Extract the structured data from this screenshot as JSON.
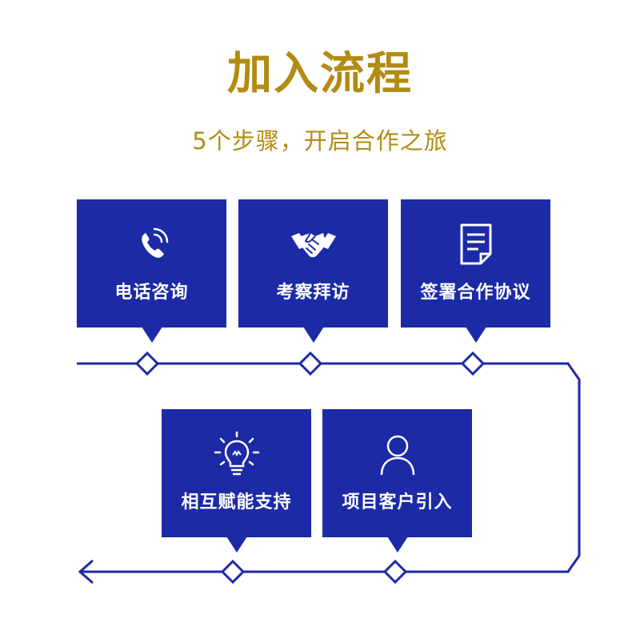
{
  "header": {
    "title": "加入流程",
    "subtitle": "5个步骤，开启合作之旅"
  },
  "steps": [
    {
      "label": "电话咨询",
      "icon": "phone-icon"
    },
    {
      "label": "考察拜访",
      "icon": "handshake-icon"
    },
    {
      "label": "签署合作协议",
      "icon": "document-icon"
    },
    {
      "label": "相互赋能支持",
      "icon": "lightbulb-icon"
    },
    {
      "label": "项目客户引入",
      "icon": "user-icon"
    }
  ],
  "colors": {
    "primary_blue": "#1c2aa6",
    "gold": "#b28c12"
  }
}
